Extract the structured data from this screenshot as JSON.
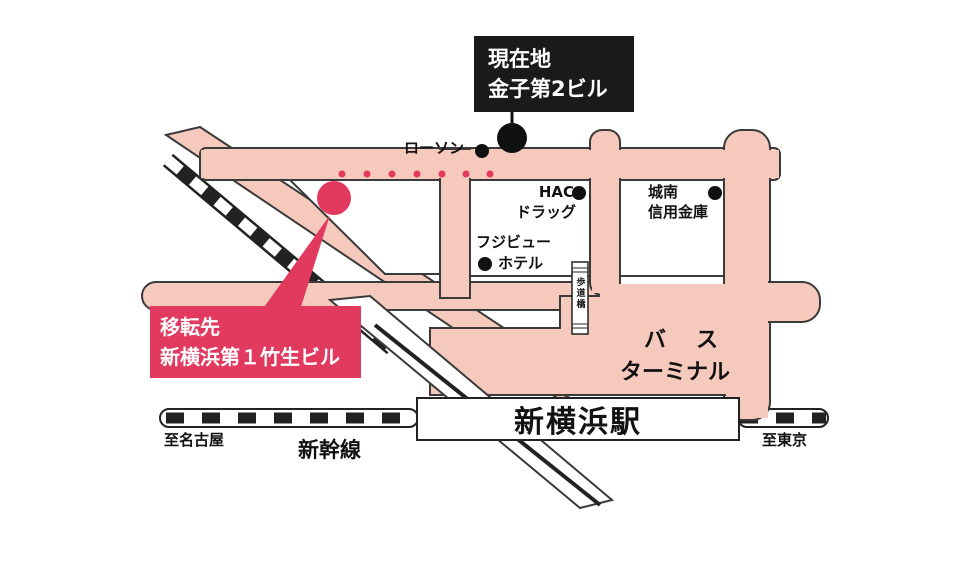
{
  "current_location": {
    "line1": "現在地",
    "line2": "金子第2ビル"
  },
  "relocation": {
    "line1": "移転先",
    "line2": "新横浜第１竹生ビル"
  },
  "landmarks": {
    "lawson": "ローソン",
    "hac_line1": "HAC",
    "hac_line2": "ドラッグ",
    "bank_line1": "城南",
    "bank_line2": "信用金庫",
    "hotel_line1": "フジビュー",
    "hotel_line2": "ホテル",
    "footbridge": "歩道橋"
  },
  "bus_terminal": {
    "line1": "バ　ス",
    "line2": "ターミナル"
  },
  "station": {
    "name": "新横浜駅"
  },
  "rail": {
    "shinkansen": "新幹線",
    "to_nagoya": "至名古屋",
    "to_tokyo": "至東京"
  },
  "colors": {
    "road_fill": "#f6c9bd",
    "road_outline": "#3a3a3a",
    "relocation_marker": "#e23a5f",
    "dots": "#e23a5f",
    "current_marker": "#111111"
  }
}
